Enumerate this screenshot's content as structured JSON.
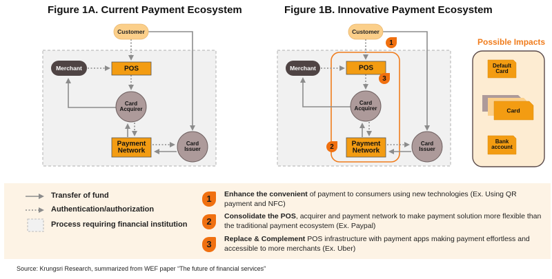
{
  "figure_a": {
    "title": "Figure 1A. Current Payment Ecosystem",
    "nodes": {
      "customer": "Customer",
      "merchant": "Merchant",
      "pos": "POS",
      "card_acquirer": [
        "Card",
        "Acquirer"
      ],
      "payment_network": [
        "Payment",
        "Network"
      ],
      "card_issuer": [
        "Card",
        "Issuer"
      ]
    }
  },
  "figure_b": {
    "title": "Figure 1B. Innovative Payment Ecosystem",
    "nodes": {
      "customer": "Customer",
      "merchant": "Merchant",
      "pos": "POS",
      "card_acquirer": [
        "Card",
        "Acquirer"
      ],
      "payment_network": [
        "Payment",
        "Network"
      ],
      "card_issuer": [
        "Card",
        "Issuer"
      ]
    },
    "badges": [
      "1",
      "2",
      "3"
    ]
  },
  "impacts": {
    "title": "Possible Impacts",
    "items": [
      [
        "Default",
        "Card"
      ],
      [
        "Card"
      ],
      [
        "Bank",
        "account"
      ]
    ]
  },
  "legend": {
    "items": [
      {
        "icon": "solid-arrow",
        "label": "Transfer of fund"
      },
      {
        "icon": "dotted-arrow",
        "label": "Authentication/authorization"
      },
      {
        "icon": "dashed-box",
        "label": "Process requiring financial institution"
      }
    ]
  },
  "notes": [
    {
      "num": "1",
      "bold": "Enhance the convenient",
      "text": " of payment to consumers using new technologies  (Ex. Using QR payment and NFC)"
    },
    {
      "num": "2",
      "bold": "Consolidate the POS",
      "text": ", acquirer and payment network to make payment solution more flexible than the traditional payment ecosystem  (Ex. Paypal)"
    },
    {
      "num": "3",
      "bold": "Replace & Complement",
      "text": " POS infrastructure with payment apps making payment effortless and accessible to more merchants (Ex. Uber)"
    }
  ],
  "source": "Source: Krungsri Research, summarized from WEF paper “The future of financial services”",
  "colors": {
    "orange": "#f39c12",
    "badge_orange": "#f07010",
    "customer_fill": "#fbcf8a",
    "merchant_fill": "#4f4444",
    "circle_fill": "#ad9a9a",
    "process_bg": "#f1f1f1",
    "panel_bg": "#fdf3e5",
    "arrow_gray": "#8c8c8c"
  }
}
